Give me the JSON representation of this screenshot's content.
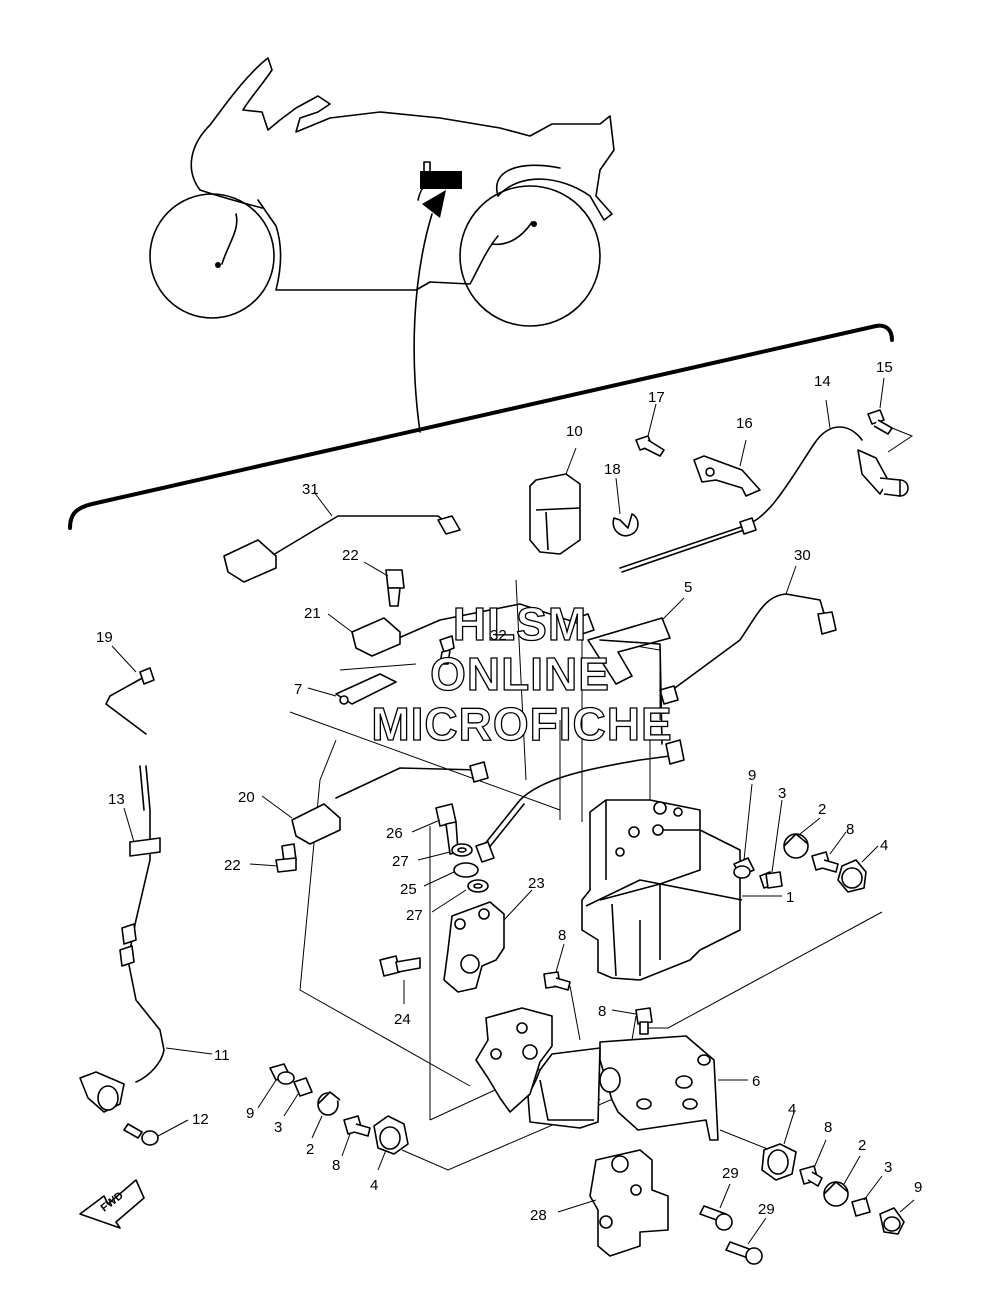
{
  "watermark": {
    "line1": "HLSM",
    "line2": "ONLINE",
    "line3": "MICROFICHE"
  },
  "direction_label": "FWD",
  "callouts": [
    {
      "id": "c1",
      "text": "1"
    },
    {
      "id": "c2a",
      "text": "2"
    },
    {
      "id": "c2b",
      "text": "2"
    },
    {
      "id": "c2c",
      "text": "2"
    },
    {
      "id": "c3a",
      "text": "3"
    },
    {
      "id": "c3b",
      "text": "3"
    },
    {
      "id": "c3c",
      "text": "3"
    },
    {
      "id": "c4a",
      "text": "4"
    },
    {
      "id": "c4b",
      "text": "4"
    },
    {
      "id": "c4c",
      "text": "4"
    },
    {
      "id": "c5",
      "text": "5"
    },
    {
      "id": "c6",
      "text": "6"
    },
    {
      "id": "c7",
      "text": "7"
    },
    {
      "id": "c8a",
      "text": "8"
    },
    {
      "id": "c8b",
      "text": "8"
    },
    {
      "id": "c8c",
      "text": "8"
    },
    {
      "id": "c8d",
      "text": "8"
    },
    {
      "id": "c8e",
      "text": "8"
    },
    {
      "id": "c9a",
      "text": "9"
    },
    {
      "id": "c9b",
      "text": "9"
    },
    {
      "id": "c9c",
      "text": "9"
    },
    {
      "id": "c10",
      "text": "10"
    },
    {
      "id": "c11",
      "text": "11"
    },
    {
      "id": "c12",
      "text": "12"
    },
    {
      "id": "c13",
      "text": "13"
    },
    {
      "id": "c14",
      "text": "14"
    },
    {
      "id": "c15",
      "text": "15"
    },
    {
      "id": "c16",
      "text": "16"
    },
    {
      "id": "c17",
      "text": "17"
    },
    {
      "id": "c18",
      "text": "18"
    },
    {
      "id": "c19",
      "text": "19"
    },
    {
      "id": "c20",
      "text": "20"
    },
    {
      "id": "c21",
      "text": "21"
    },
    {
      "id": "c22a",
      "text": "22"
    },
    {
      "id": "c22b",
      "text": "22"
    },
    {
      "id": "c23",
      "text": "23"
    },
    {
      "id": "c24",
      "text": "24"
    },
    {
      "id": "c25",
      "text": "25"
    },
    {
      "id": "c26",
      "text": "26"
    },
    {
      "id": "c27a",
      "text": "27"
    },
    {
      "id": "c27b",
      "text": "27"
    },
    {
      "id": "c28",
      "text": "28"
    },
    {
      "id": "c29a",
      "text": "29"
    },
    {
      "id": "c29b",
      "text": "29"
    },
    {
      "id": "c30",
      "text": "30"
    },
    {
      "id": "c31",
      "text": "31"
    },
    {
      "id": "c32",
      "text": "32"
    }
  ]
}
